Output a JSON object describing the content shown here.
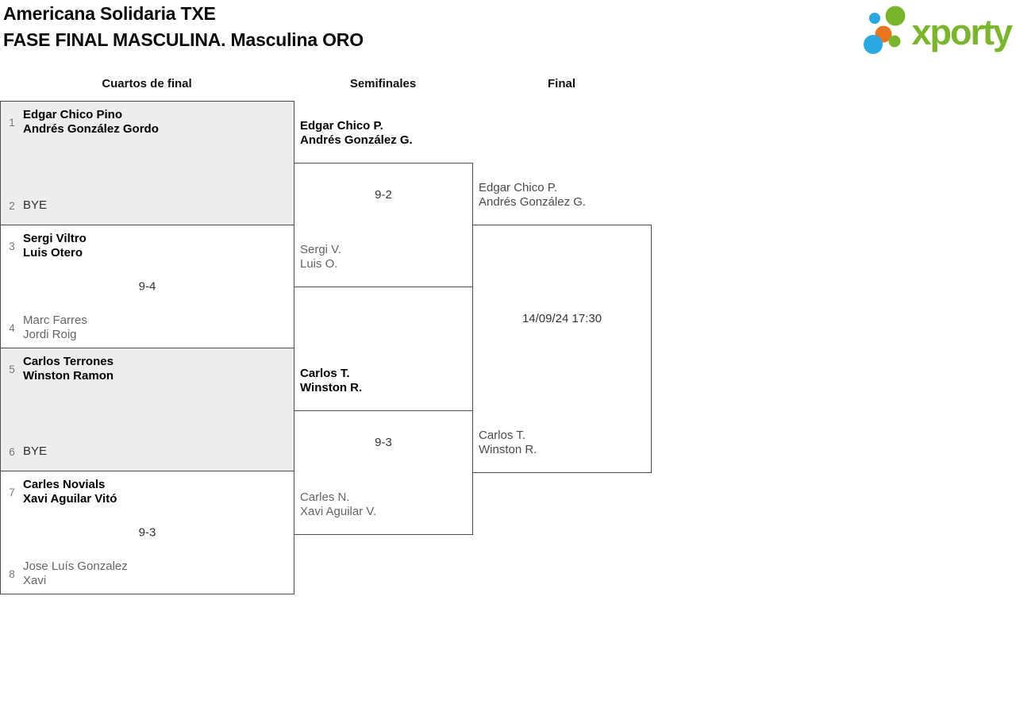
{
  "title": {
    "line1": "Americana Solidaria TXE",
    "line2": "FASE FINAL MASCULINA. Masculina ORO"
  },
  "logo": {
    "wordmark": "xporty"
  },
  "round_headers": {
    "quarterfinals": "Cuartos de final",
    "semifinals": "Semifinales",
    "final": "Final"
  },
  "quarterfinals": [
    {
      "top_seed": "1",
      "top_name1": "Edgar Chico Pino",
      "top_name2": "Andrés González Gordo",
      "bottom_seed": "2",
      "bottom_name1": "BYE",
      "bottom_name2": "",
      "score": ""
    },
    {
      "top_seed": "3",
      "top_name1": "Sergi Viltro",
      "top_name2": "Luis Otero",
      "bottom_seed": "4",
      "bottom_name1": "Marc Farres",
      "bottom_name2": "Jordi Roig",
      "score": "9-4"
    },
    {
      "top_seed": "5",
      "top_name1": "Carlos Terrones",
      "top_name2": "Winston Ramon",
      "bottom_seed": "6",
      "bottom_name1": "BYE",
      "bottom_name2": "",
      "score": ""
    },
    {
      "top_seed": "7",
      "top_name1": "Carles Novials",
      "top_name2": "Xavi Aguilar Vitó",
      "bottom_seed": "8",
      "bottom_name1": "Jose Luís Gonzalez",
      "bottom_name2": "Xavi",
      "score": "9-3"
    }
  ],
  "semifinals": [
    {
      "top_name1": "Edgar Chico P.",
      "top_name2": "Andrés González G.",
      "bottom_name1": "Sergi V.",
      "bottom_name2": "Luis O.",
      "score": "9-2"
    },
    {
      "top_name1": "Carlos T.",
      "top_name2": "Winston R.",
      "bottom_name1": "Carles N.",
      "bottom_name2": "Xavi Aguilar V.",
      "score": "9-3"
    }
  ],
  "final": {
    "top_name1": "Edgar Chico P.",
    "top_name2": "Andrés González G.",
    "bottom_name1": "Carlos T.",
    "bottom_name2": "Winston R.",
    "schedule": "14/09/24 17:30"
  },
  "colors": {
    "brand_green": "#7ab62c",
    "brand_blue": "#29a8e1",
    "brand_orange": "#e8751f",
    "bye_fill": "#ededed",
    "border": "#4d4d4d"
  }
}
